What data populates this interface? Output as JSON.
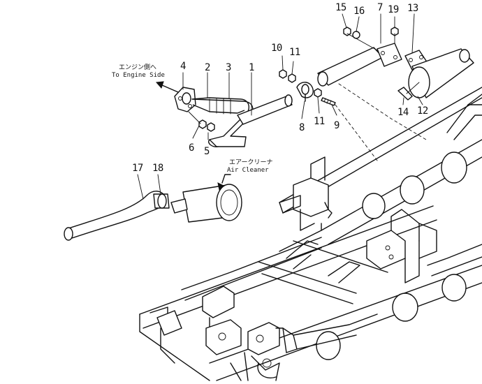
{
  "callouts": {
    "c1": "1",
    "c2": "2",
    "c3": "3",
    "c4": "4",
    "c5": "5",
    "c6": "6",
    "c7": "7",
    "c8": "8",
    "c9": "9",
    "c10": "10",
    "c11a": "11",
    "c11b": "11",
    "c12": "12",
    "c13": "13",
    "c14": "14",
    "c15": "15",
    "c16": "16",
    "c17": "17",
    "c18": "18",
    "c19": "19"
  },
  "notes": {
    "engine_side_jp": "エンジン側へ",
    "engine_side_en": "To Engine Side",
    "air_cleaner_jp": "エアークリーナ",
    "air_cleaner_en": "Air Cleaner"
  }
}
